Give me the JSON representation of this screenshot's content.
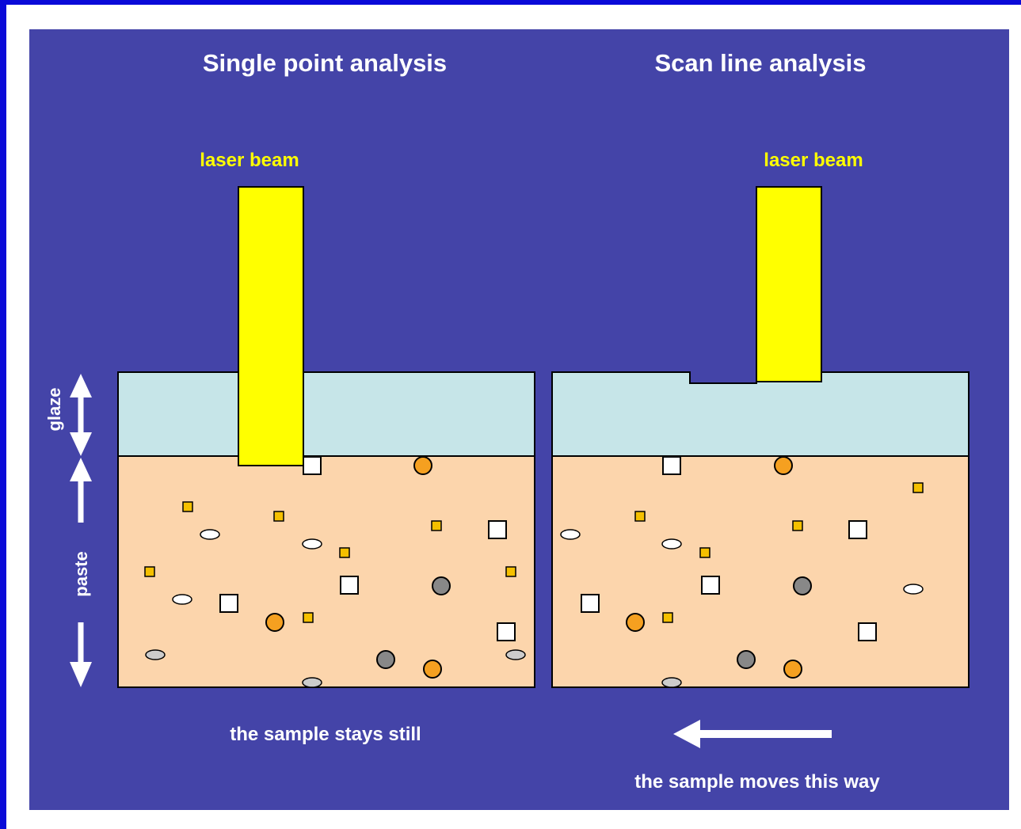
{
  "left_panel": {
    "title": "Single point analysis",
    "beam_label": "laser beam",
    "caption": "the sample stays still"
  },
  "right_panel": {
    "title": "Scan line analysis",
    "beam_label": "laser beam",
    "caption": "the sample moves this way"
  },
  "layer_labels": {
    "glaze": "glaze",
    "paste": "paste"
  },
  "colors": {
    "background": "#4444a8",
    "frame": "#0a0ad8",
    "glaze": "#c6e5e8",
    "paste": "#fcd5ac",
    "laser": "#ffff00",
    "label_yellow": "#ffff00",
    "inclusion_orange": "#f5a020",
    "inclusion_gold": "#f5c000",
    "inclusion_gray": "#888888",
    "inclusion_light": "#cccccc"
  }
}
